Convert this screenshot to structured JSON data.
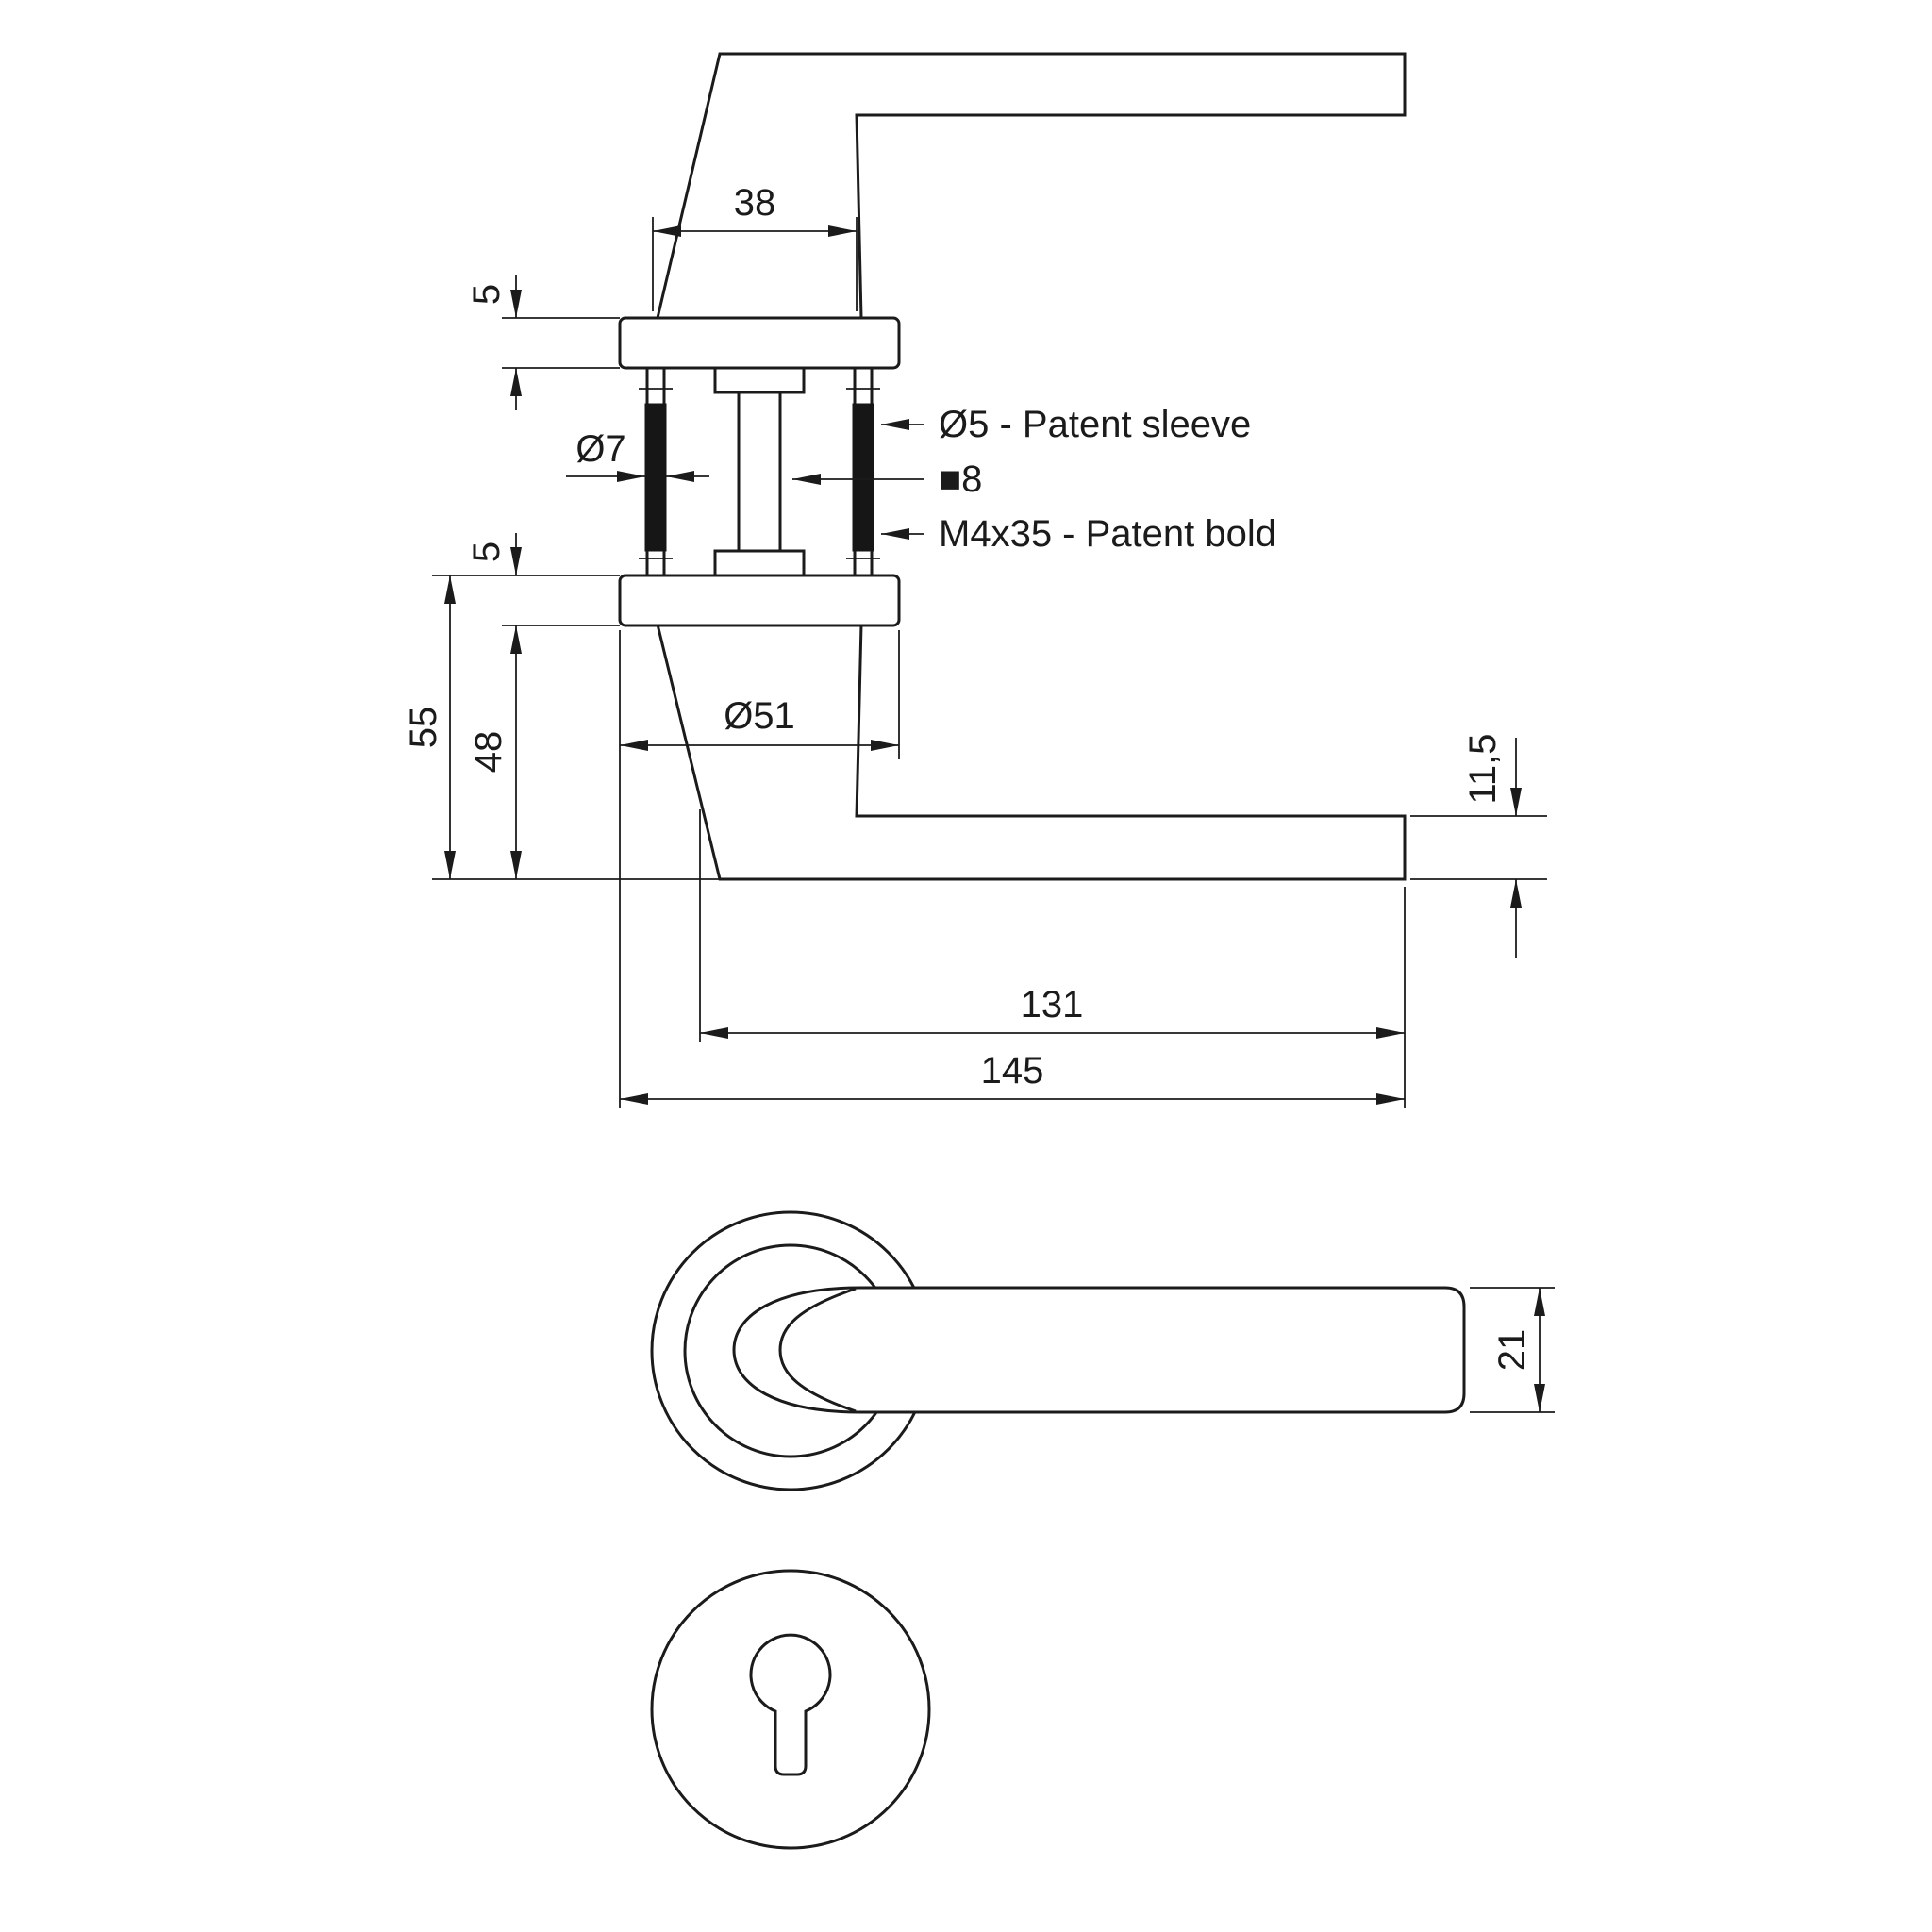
{
  "page": {
    "background": "#ffffff",
    "line_color": "#1b1b1b"
  },
  "side_view": {
    "dimensions": {
      "neck_width": "38",
      "rose_thickness_top": "5",
      "screw_diameter": "Ø7",
      "rose_thickness_bottom": "5",
      "height_total": "55",
      "height_below_rose": "48",
      "rose_diameter": "Ø51",
      "lever_thickness": "11,5",
      "length_inner": "131",
      "length_total": "145"
    },
    "callouts": {
      "patent_sleeve": "Ø5 - Patent sleeve",
      "spindle_square": "■8",
      "patent_bolt": "M4x35 - Patent bold"
    }
  },
  "front_view": {
    "dimensions": {
      "grip_diameter": "21"
    }
  }
}
